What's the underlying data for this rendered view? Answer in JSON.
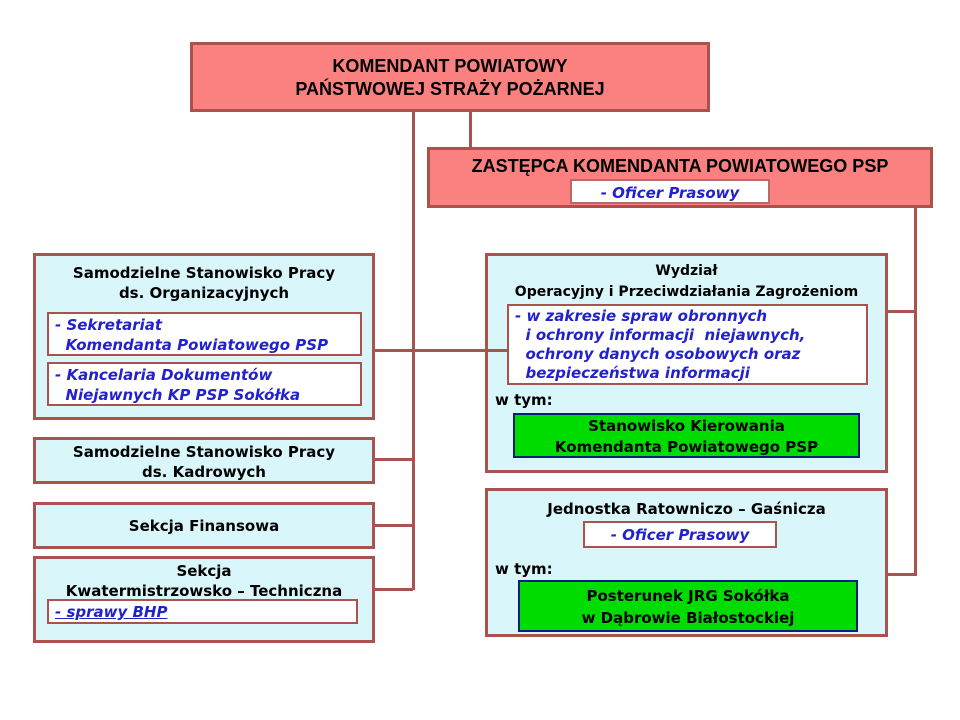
{
  "palette": {
    "box_border_red": "#aa524e",
    "salmon_fill": "#fb8181",
    "cyan_fill": "#d9f6fb",
    "white_fill": "#ffffff",
    "green_fill": "#00dc00",
    "green_border_navy": "#00207a",
    "item_text_blue": "#2222cc",
    "title_text_black": "#000000"
  },
  "komendant": {
    "title": "KOMENDANT POWIATOWY\nPAŃSTWOWEJ STRAŻY POŻARNEJ"
  },
  "zastepca": {
    "title": "ZASTĘPCA KOMENDANTA POWIATOWEGO PSP",
    "item": "- Oficer Prasowy"
  },
  "org": {
    "title": "Samodzielne Stanowisko Pracy\nds. Organizacyjnych",
    "items": [
      "- Sekretariat\n  Komendanta Powiatowego PSP",
      "- Kancelaria Dokumentów\n  Niejawnych KP PSP Sokółka"
    ]
  },
  "kadry": {
    "title": "Samodzielne Stanowisko Pracy\nds. Kadrowych"
  },
  "finanse": {
    "title": "Sekcja Finansowa"
  },
  "kwater": {
    "title": "Sekcja\nKwatermistrzowsko – Techniczna",
    "items": [
      "- sprawy BHP"
    ]
  },
  "wydzial": {
    "title": "Wydział\nOperacyjny i Przeciwdziałania Zagrożeniom",
    "item": "- w zakresie spraw obronnych\n  i ochrony informacji  niejawnych,\n  ochrony danych osobowych oraz\n  bezpieczeństwa informacji",
    "w_tym": "w tym:",
    "green": "Stanowisko Kierowania\nKomendanta Powiatowego PSP"
  },
  "jrg": {
    "title": "Jednostka Ratowniczo – Gaśnicza",
    "item": "- Oficer Prasowy",
    "w_tym": "w tym:",
    "green": "Posterunek JRG Sokółka\nw Dąbrowie Białostockiej"
  }
}
